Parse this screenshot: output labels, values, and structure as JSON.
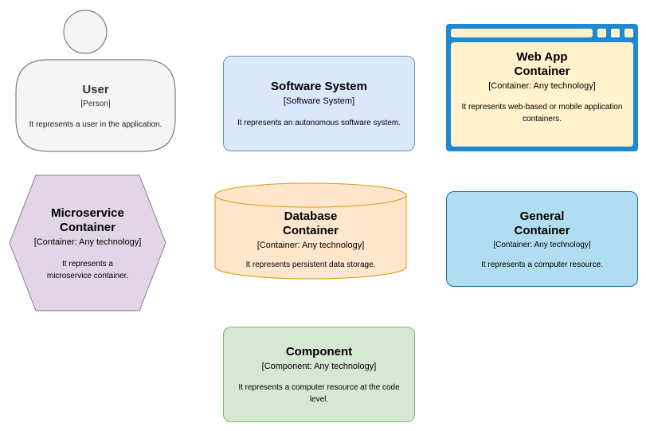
{
  "user": {
    "title": "User",
    "type": "[Person]",
    "description": "It represents a user in the application."
  },
  "software_system": {
    "title": "Software System",
    "type": "[Software System]",
    "description": "It represents an autonomous software system."
  },
  "web_app": {
    "title_line1": "Web App",
    "title_line2": "Container",
    "type": "[Container: Any technology]",
    "description": "It represents web-based or mobile application containers."
  },
  "microservice": {
    "title_line1": "Microservice",
    "title_line2": "Container",
    "type": "[Container: Any technology]",
    "description_line1": "It represents a",
    "description_line2": "microservice container."
  },
  "database": {
    "title_line1": "Database",
    "title_line2": "Container",
    "type": "[Container: Any technology]",
    "description": "It represents persistent data storage."
  },
  "general": {
    "title_line1": "General",
    "title_line2": "Container",
    "type": "[Container: Any technology]",
    "description": "It represents a computer resource."
  },
  "component": {
    "title": "Component",
    "type": "[Component: Any technology]",
    "description": "It represents a computer resource at the code level."
  },
  "colors": {
    "person_fill": "#f5f5f5",
    "person_stroke": "#666666",
    "software_system_fill": "#dae8fc",
    "software_system_stroke": "#6c8ebf",
    "web_app_fill": "#fff2cc",
    "web_app_frame": "#1e88d2",
    "microservice_fill": "#e1d5e7",
    "microservice_stroke": "#9673a6",
    "database_fill": "#ffe6cc",
    "database_stroke": "#d79b00",
    "general_fill": "#b1ddf0",
    "general_stroke": "#10739e",
    "component_fill": "#d5e8d4",
    "component_stroke": "#82b366"
  },
  "icons": {
    "web_app_window_buttons": "browser-window-buttons-icon"
  }
}
